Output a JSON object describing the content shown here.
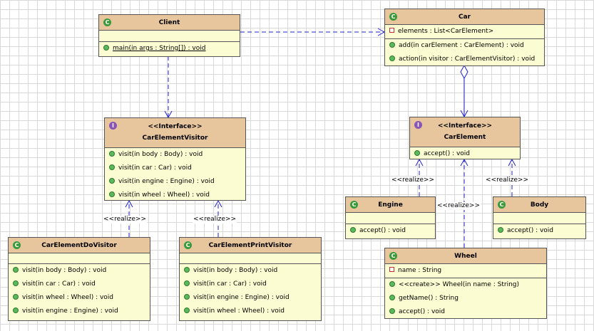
{
  "classes": {
    "client": {
      "name": "Client",
      "methods": [
        "main(in args : String[]) : void"
      ]
    },
    "car": {
      "name": "Car",
      "attributes": [
        "elements : List<CarElement>"
      ],
      "methods": [
        "add(in carElement : CarElement) : void",
        "action(in visitor : CarElementVisitor) : void"
      ]
    },
    "visitor": {
      "stereotype": "<<Interface>>",
      "name": "CarElementVisitor",
      "methods": [
        "visit(in body : Body) : void",
        "visit(in car : Car) : void",
        "visit(in engine : Engine) : void",
        "visit(in wheel : Wheel) : void"
      ]
    },
    "element": {
      "stereotype": "<<Interface>>",
      "name": "CarElement",
      "methods": [
        "accept() : void"
      ]
    },
    "do_visitor": {
      "name": "CarElementDoVisitor",
      "methods": [
        "visit(in body : Body) : void",
        "visit(in car : Car) : void",
        "visit(in wheel : Wheel) : void",
        "visit(in engine : Engine) : void"
      ]
    },
    "print_visitor": {
      "name": "CarElementPrintVisitor",
      "methods": [
        "visit(in body : Body) : void",
        "visit(in car : Car) : void",
        "visit(in engine : Engine) : void",
        "visit(in wheel : Wheel) : void"
      ]
    },
    "engine": {
      "name": "Engine",
      "methods": [
        "accept() : void"
      ]
    },
    "body": {
      "name": "Body",
      "methods": [
        "accept() : void"
      ]
    },
    "wheel": {
      "name": "Wheel",
      "attributes": [
        "name : String"
      ],
      "methods": [
        "<<create>> Wheel(in name : String)",
        "getName() : String",
        "accept() : void"
      ]
    }
  },
  "labels": {
    "realize": "<<realize>>"
  },
  "icons": {
    "class_icon": "C",
    "interface_icon": "I"
  },
  "colors": {
    "header": "#e7c59d",
    "body": "#fcfcd2",
    "connector": "#2020d0"
  }
}
